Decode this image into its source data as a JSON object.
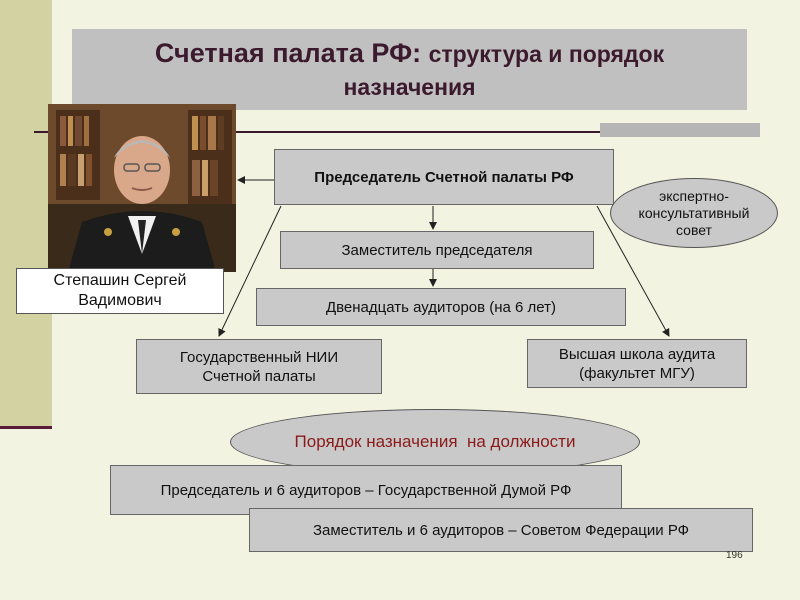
{
  "title": {
    "line1_bold": "Счетная палата РФ:",
    "line1_rest": "структура и порядок",
    "line2": "назначения"
  },
  "photo": {
    "alt": "Степашин Сергей Вадимович"
  },
  "person_name": "Степашин Сергей Вадимович",
  "chairman": "Председатель Счетной палаты РФ",
  "council": "экспертно-консультативный совет",
  "deputy": "Заместитель председателя",
  "auditors": "Двенадцать аудиторов (на 6 лет)",
  "institute": "Государственный НИИ Счетной палаты",
  "school": "Высшая школа аудита (факультет МГУ)",
  "appointment_heading": "Порядок назначения  на должности",
  "appointment_duma": "Председатель и 6 аудиторов – Государственной Думой РФ",
  "appointment_council": "Заместитель и 6 аудиторов – Советом Федерации РФ",
  "page_number": "196",
  "colors": {
    "background": "#f3f3e1",
    "left_band": "#d3d2a2",
    "accent_dark": "#3c1a2e",
    "box_gray": "#c9c9c9",
    "heading_red": "#8b1a1a"
  }
}
